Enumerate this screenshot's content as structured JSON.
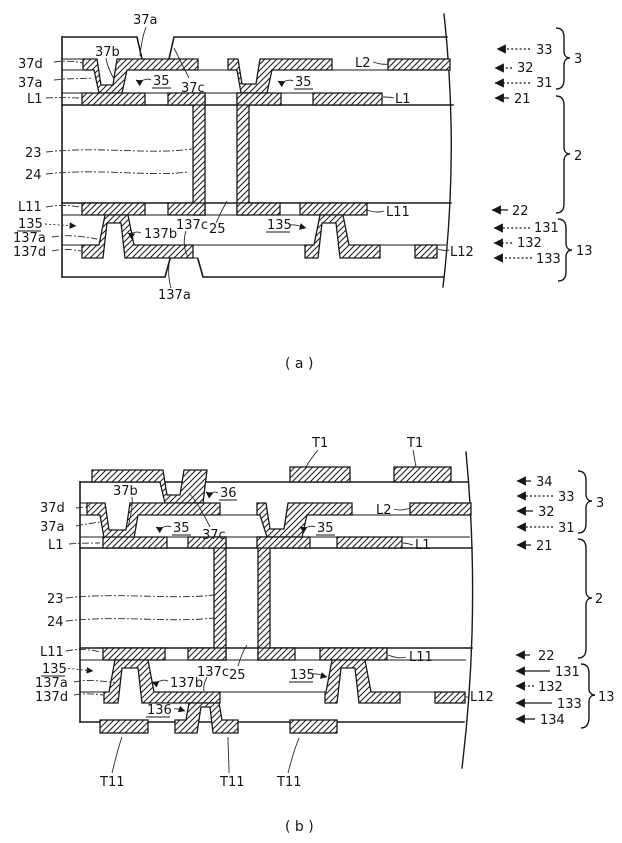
{
  "figure_a": {
    "caption": "( a )",
    "labels": {
      "top_37a": "37a",
      "recess_37b": "37b",
      "via_35_left": "35",
      "surface_37c": "37c",
      "via_35_right": "35",
      "conductor_L2": "L2",
      "conductor_L1_right": "L1",
      "left_37d": "37d",
      "left_37a": "37a",
      "conductor_L1_left": "L1",
      "core_23": "23",
      "core_24": "24",
      "conductor_L11_left": "L11",
      "via_135_left": "135",
      "left_137a": "137a",
      "left_137d": "137d",
      "recess_137b": "137b",
      "recess_137c": "137c",
      "through_via_25": "25",
      "via_135_right": "135",
      "conductor_L11_right": "L11",
      "conductor_L12": "L12",
      "bottom_137a": "137a"
    },
    "layer_arrows": {
      "l33": "33",
      "l32": "32",
      "l31": "31",
      "l21": "21",
      "l22": "22",
      "l131": "131",
      "l132": "132",
      "l133": "133"
    },
    "groups": {
      "g3": "3",
      "g2": "2",
      "g13": "13"
    }
  },
  "figure_b": {
    "caption": "( b )",
    "labels": {
      "t1_left": "T1",
      "t1_right": "T1",
      "recess_37b": "37b",
      "via_36": "36",
      "left_37d": "37d",
      "left_37a": "37a",
      "via_35_left": "35",
      "surface_37c": "37c",
      "via_35_right": "35",
      "conductor_L2": "L2",
      "conductor_L1_left": "L1",
      "conductor_L1_right": "L1",
      "core_23": "23",
      "core_24": "24",
      "conductor_L11_left": "L11",
      "via_135_left": "135",
      "left_137a": "137a",
      "left_137d": "137d",
      "recess_137b": "137b",
      "recess_137c": "137c",
      "through_via_25": "25",
      "via_135_right": "135",
      "via_136": "136",
      "conductor_L11_right": "L11",
      "conductor_L12": "L12",
      "t11_1": "T11",
      "t11_2": "T11",
      "t11_3": "T11"
    },
    "layer_arrows": {
      "l34": "34",
      "l33": "33",
      "l32": "32",
      "l31": "31",
      "l21": "21",
      "l22": "22",
      "l131": "131",
      "l132": "132",
      "l133": "133",
      "l134": "134"
    },
    "groups": {
      "g3": "3",
      "g2": "2",
      "g13": "13"
    }
  }
}
